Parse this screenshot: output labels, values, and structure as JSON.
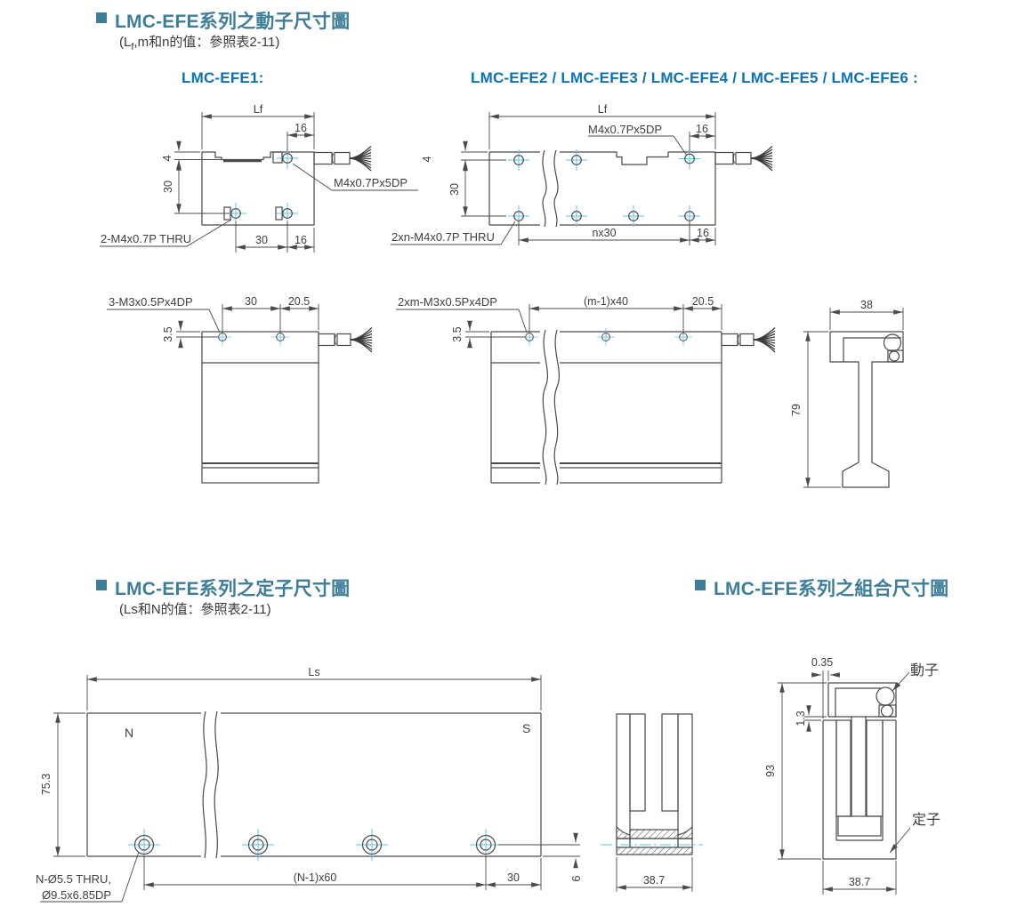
{
  "titles": {
    "mover": {
      "text": "LMC-EFE系列之動子尺寸圖",
      "sub_pre": "(L",
      "sub_s": "f",
      "sub_post": ",m和n的值：參照表2-11)"
    },
    "stator": {
      "text": "LMC-EFE系列之定子尺寸圖",
      "sub": "(Ls和N的值：參照表2-11)"
    },
    "assembly": {
      "text": "LMC-EFE系列之組合尺寸圖"
    }
  },
  "headings": {
    "efe1": "LMC-EFE1:",
    "efe2_6": "LMC-EFE2 / LMC-EFE3 / LMC-EFE4 / LMC-EFE5 /  LMC-EFE6 :"
  },
  "drawings": {
    "efe1_top": {
      "lf": "Lf",
      "d16_top": "16",
      "d4": "4",
      "d30_left": "30",
      "m4": "M4x0.7Px5DP",
      "thru": "2-M4x0.7P THRU",
      "d30_bottom": "30",
      "d16_bottom": "16"
    },
    "efe2_top": {
      "lf": "Lf",
      "m4": "M4x0.7Px5DP",
      "d16_top": "16",
      "d4": "4",
      "d30_left": "30",
      "thru": "2xn-M4x0.7P THRU",
      "nx30": "nx30",
      "d16_bottom": "16"
    },
    "efe1_side": {
      "m3": "3-M3x0.5Px4DP",
      "d30": "30",
      "d205": "20.5",
      "d35": "3.5"
    },
    "efe2_side": {
      "m3": "2xm-M3x0.5Px4DP",
      "mx40": "(m-1)x40",
      "d205": "20.5",
      "d35": "3.5"
    },
    "cross_section": {
      "d38": "38",
      "d79": "79"
    },
    "stator_top": {
      "ls": "Ls",
      "n": "N",
      "s": "S",
      "d753": "75.3",
      "hole_label_1": "N-Ø5.5 THRU,",
      "hole_label_2": "Ø9.5x6.85DP",
      "nx60": "(N-1)x60",
      "d30": "30",
      "d6": "6"
    },
    "stator_section": {
      "d387": "38.7"
    },
    "assembly": {
      "d035": "0.35",
      "d13": "1.3",
      "d93": "93",
      "d387": "38.7",
      "mover": "動子",
      "stator": "定子"
    }
  },
  "colors": {
    "accent_teal": "#3E7E99",
    "accent_blue": "#0C72B5",
    "line": "#4A4A4A",
    "crosshair_cyan": "#5BC6E8"
  }
}
